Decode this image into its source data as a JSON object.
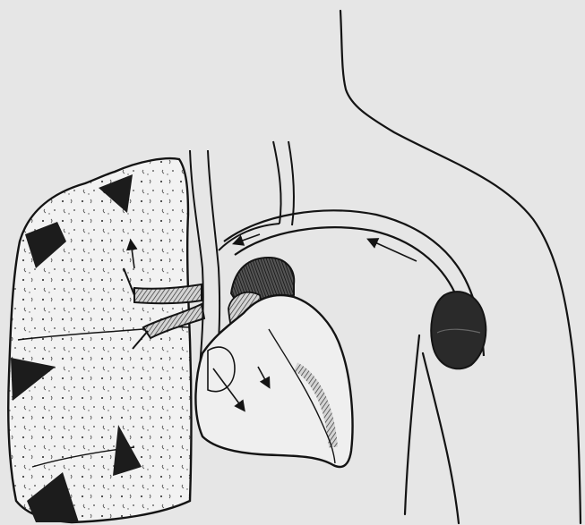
{
  "figure": {
    "alt": "",
    "colors": {
      "paper": "#e6e6e6",
      "ink": "#141414",
      "lung_fill": "#f2f2f2",
      "dark_patch": "#1c1c1c",
      "node_fill": "#2a2a2a"
    },
    "elements": [
      "body-outline",
      "lung",
      "infarct-wedges",
      "pulmonary-vessels",
      "great-veins",
      "heart",
      "aortic-arch",
      "subclavian-vein",
      "lymph-node",
      "flow-arrows"
    ]
  }
}
